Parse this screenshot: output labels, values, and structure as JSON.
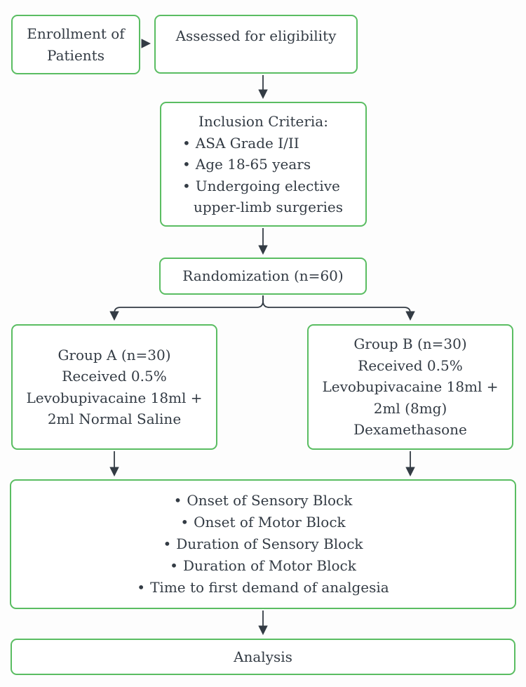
{
  "page": {
    "background": "#fdfdfd"
  },
  "colors": {
    "box_border": "#5abd62",
    "box_fill": "#ffffff",
    "connector": "#333b44",
    "text": "#333b44"
  },
  "glyphs": {
    "bullet": "•"
  },
  "nodes": {
    "enrollment": {
      "text": "Enrollment of Patients"
    },
    "assessed": {
      "text": "Assessed for eligibility"
    },
    "inclusion": {
      "title": "Inclusion Criteria:",
      "bullets": [
        "ASA Grade I/II",
        "Age 18-65 years",
        "Undergoing elective upper-limb surgeries"
      ]
    },
    "randomization": {
      "text": "Randomization (n=60)"
    },
    "group_a": {
      "lines": [
        "Group A (n=30)",
        "Received 0.5%",
        "Levobupivacaine 18ml +",
        "2ml Normal Saline"
      ]
    },
    "group_b": {
      "lines": [
        "Group B (n=30)",
        "Received 0.5%",
        "Levobupivacaine 18ml +",
        "2ml (8mg)",
        "Dexamethasone"
      ]
    },
    "outcomes": {
      "bullets": [
        "Onset of Sensory Block",
        "Onset of Motor Block",
        "Duration of Sensory Block",
        "Duration of Motor Block",
        "Time to first demand of analgesia"
      ]
    },
    "analysis": {
      "text": "Analysis"
    }
  }
}
